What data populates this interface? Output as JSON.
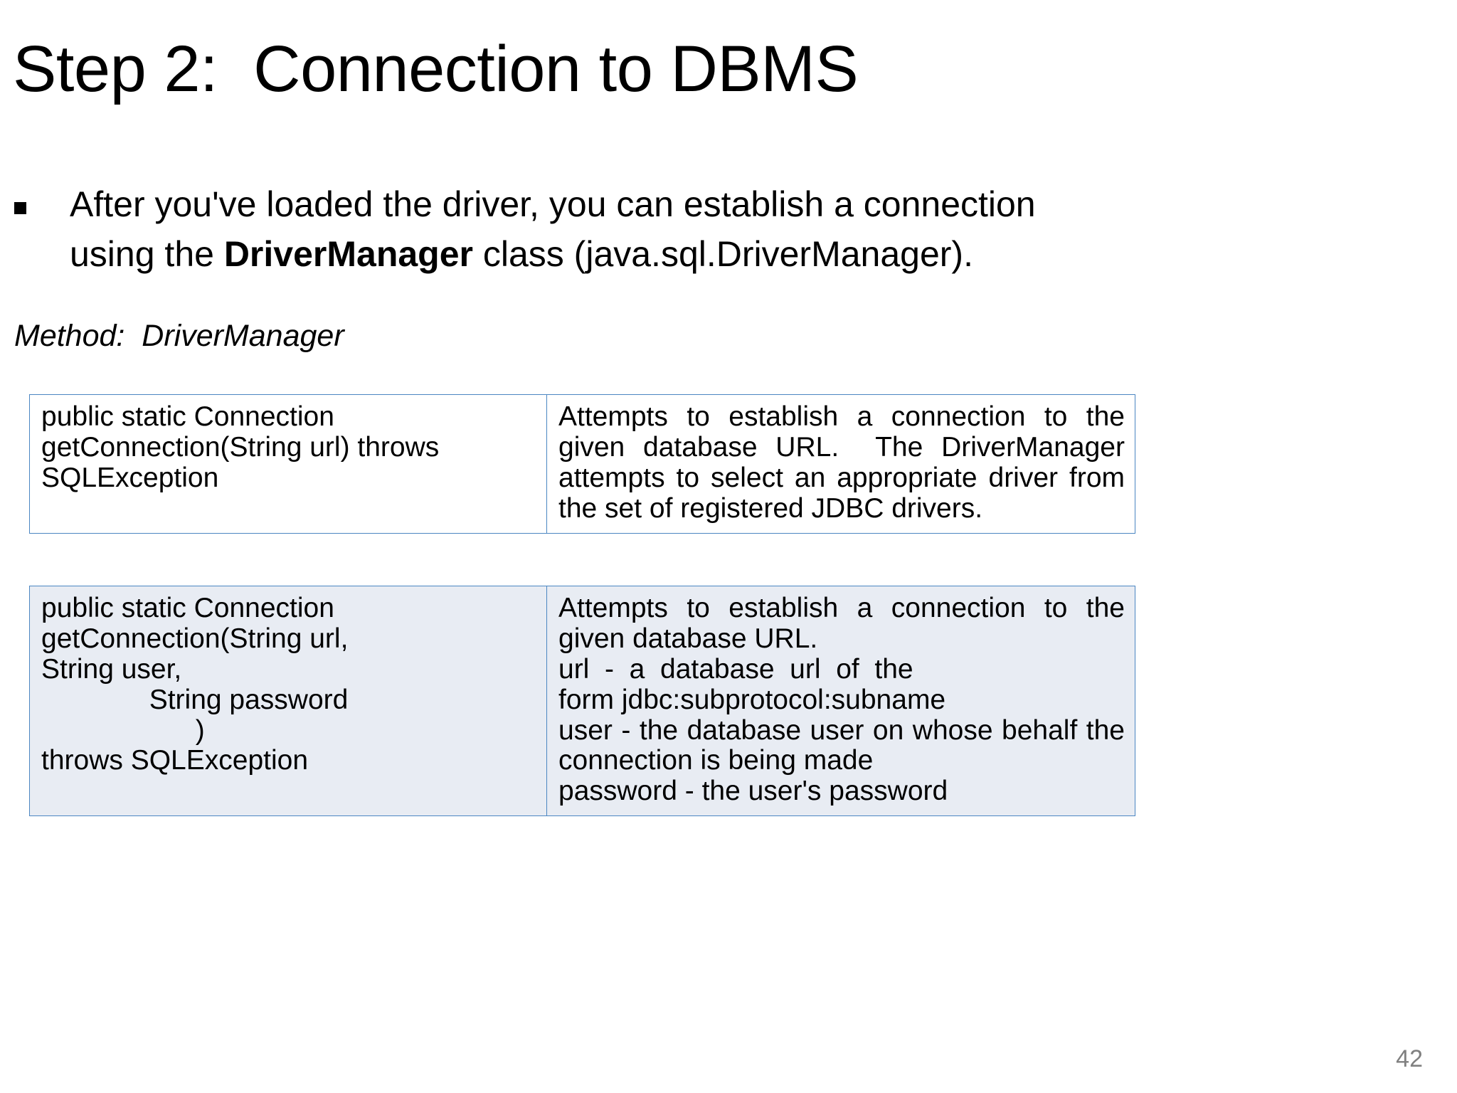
{
  "slide": {
    "title": "Step 2:  Connection to DBMS",
    "page_number": "42",
    "accent_border_color": "#4B86C2",
    "row2_fill_color": "#E8ECF3",
    "page_number_color": "#808080"
  },
  "bullet": {
    "marker": "square-bullet",
    "line1": "After you've loaded the driver, you can establish a connection",
    "line2_prefix": "using the ",
    "line2_bold": "DriverManager",
    "line2_suffix": " class (java.sql.DriverManager)."
  },
  "method_caption": "Method:  DriverManager",
  "tables": [
    {
      "id": "table-1",
      "signature": "public static Connection\ngetConnection(String url) throws\nSQLException",
      "description": "Attempts to establish a connection to the given database URL.  The DriverManager attempts to select an appropriate driver from the set of registered JDBC drivers."
    },
    {
      "id": "table-2",
      "signature": "public static Connection\ngetConnection(String url,\nString user,\n              String password\n                    )\nthrows SQLException",
      "description": "Attempts to establish a connection to the given database URL.\nurl  -  a  database  url  of  the\nform jdbc:subprotocol:subname\nuser - the database user on whose behalf the connection is being made\npassword - the user's password"
    }
  ]
}
